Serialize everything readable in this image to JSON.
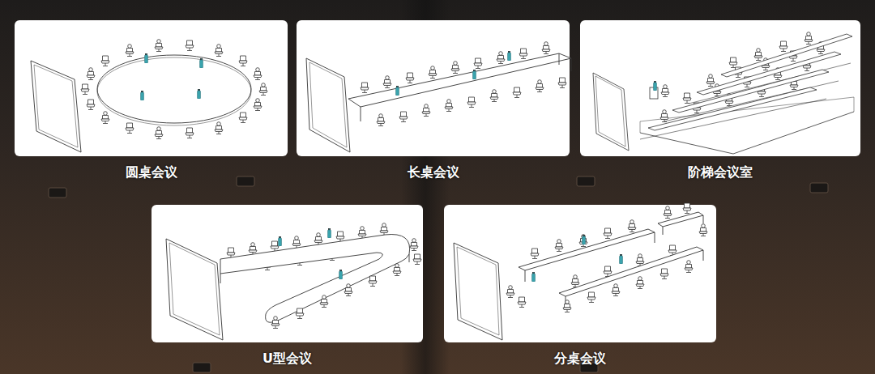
{
  "diagram": {
    "nodes": [
      {
        "text": [
          "圆桌会议"
        ]
      },
      {
        "text": [
          "长桌会议"
        ]
      },
      {
        "text": [
          "阶梯会议室"
        ]
      },
      {
        "text": [
          "U型会议"
        ]
      },
      {
        "text": [
          "分桌会议"
        ]
      }
    ]
  }
}
